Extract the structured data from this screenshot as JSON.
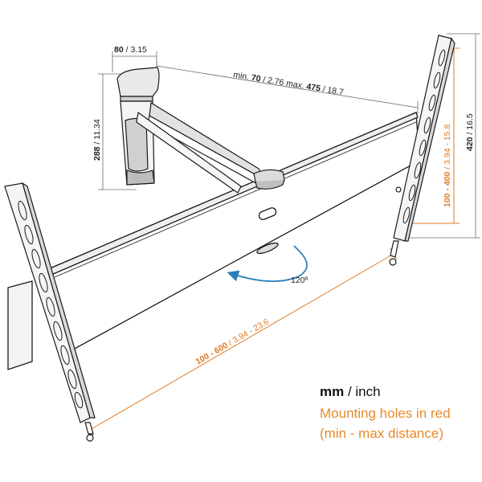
{
  "colors": {
    "outline": "#1a1a1a",
    "dimension_line": "#6a6a6a",
    "red_dimension": "#e07a22",
    "rotation_arrow": "#2b7fb8",
    "legend_orange": "#e58a2a"
  },
  "dimensions": {
    "arm_width": {
      "mm": "80",
      "inch": " / 3.15"
    },
    "arm_height": {
      "mm": "288",
      "inch": " / 11.34"
    },
    "extension": {
      "prefix": "min. ",
      "min_mm": "70",
      "min_inch": " / 2.76 max. ",
      "max_mm": "475",
      "max_inch": " / 18.7"
    },
    "plate_height": {
      "mm": "420",
      "inch": " / 16.5"
    },
    "vertical_holes": {
      "mm": "100 - 400",
      "inch": " / 3.94 - 15.8"
    },
    "horizontal_holes": {
      "mm": "100 - 600",
      "inch": " / 3.94 - 23.6"
    },
    "rotation": "120º"
  },
  "legend": {
    "units_bold": "mm",
    "units_rest": " / inch",
    "line1": "Mounting holes in red",
    "line2": "(min - max distance)"
  }
}
